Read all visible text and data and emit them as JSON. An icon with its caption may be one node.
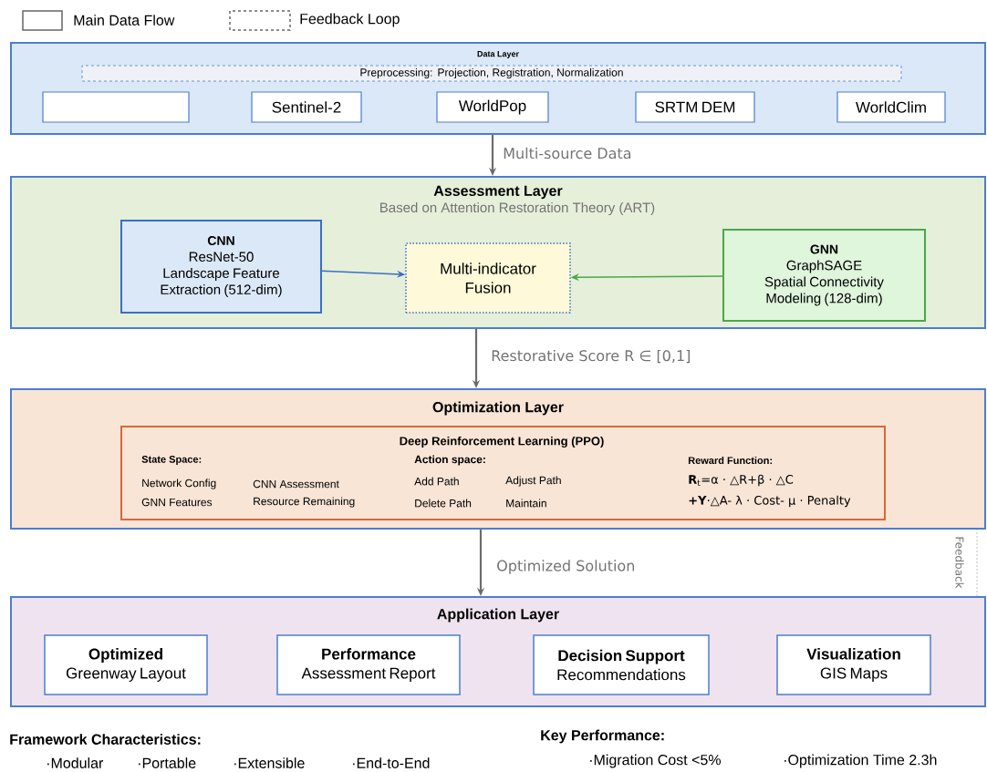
{
  "diagram": {
    "nodes": [
      {
        "text": [
          "Data Layer"
        ]
      },
      {
        "text": [
          "Preprocessing: Projection, Registration, Normalization"
        ],
        "in": 0
      },
      {
        "text": [],
        "shape": "box",
        "in": 0
      },
      {
        "text": [
          "Sentinel-2"
        ],
        "in": 0
      },
      {
        "text": [
          "WorldPop"
        ],
        "in": 0
      },
      {
        "text": [
          "SRTM DEM"
        ],
        "in": 0
      },
      {
        "text": [
          "WorldClim"
        ],
        "in": 0
      },
      {
        "text": [
          "Assessment Layer",
          "Based on Attention Restoration Theory (ART)"
        ]
      },
      {
        "text": [
          "CNN",
          "ResNet-50",
          "Landscape Feature Extraction (512-dim)"
        ],
        "in": 7
      },
      {
        "text": [
          "Multi-indicator Fusion"
        ],
        "in": 7
      },
      {
        "text": [
          "GNN",
          "GraphSAGE",
          "Spatial Connectivity Modeling (128-dim)"
        ],
        "in": 7
      },
      {
        "text": [
          "Optimization Layer"
        ]
      },
      {
        "text": [
          "Deep Reinforcement Learning (PPO)",
          "State Space:",
          "Network Config",
          "CNN Assessment",
          "GNN Features",
          "Resource Remaining",
          "Action space:",
          "Add Path",
          "Adjust Path",
          "Delete Path",
          "Maintain",
          "Reward Function:",
          "**R**$_{t}$=α · △R+β · △C",
          "**+Y**·△A- λ · Cost- μ · Penalty"
        ],
        "in": 11
      },
      {
        "text": [
          "Application Layer"
        ]
      },
      {
        "text": [
          "Optimized",
          "Greenway Layout"
        ],
        "in": 13
      },
      {
        "text": [
          "Performance",
          "Assessment Report"
        ],
        "in": 13
      },
      {
        "text": [
          "Decision Support",
          "Recommendations"
        ],
        "in": 13
      },
      {
        "text": [
          "Visualization",
          "GIS Maps"
        ],
        "in": 13
      }
    ],
    "edges": [
      {
        "from": 0,
        "to": 7,
        "arrow": "to",
        "label": "Multi-source Data"
      },
      {
        "from": 8,
        "to": 9,
        "arrow": "to",
        "color": "#3a6fc4"
      },
      {
        "from": 10,
        "to": 9,
        "arrow": "to",
        "color": "#4aa84a"
      },
      {
        "from": 7,
        "to": 11,
        "arrow": "to",
        "label": "Restorative Score R ∈ [0,1]"
      },
      {
        "from": 11,
        "to": 13,
        "arrow": "to",
        "label": "Optimized Solution"
      },
      {
        "from": 13,
        "to": 11,
        "arrow": "none",
        "style": "dashed",
        "label": "Feedback"
      }
    ],
    "labels": [
      "Framework Characteristics:",
      "·Modular",
      "·Portable",
      "·Extensible",
      "·End-to-End",
      "Key Performance:",
      "·Migration Cost <5%",
      "·Optimization Time 2.3h"
    ],
    "legend": [
      {
        "text": "Main Data Flow"
      },
      {
        "text": "Feedback Loop"
      }
    ]
  }
}
